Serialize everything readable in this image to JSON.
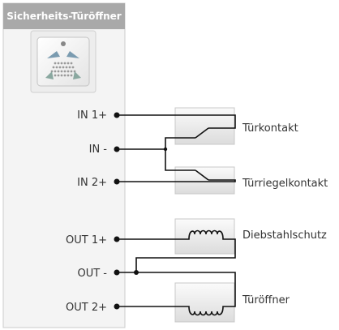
{
  "module": {
    "title": "Sicherheits-Türöffner",
    "image": "door-opener-module-icon"
  },
  "terminals": [
    {
      "id": "in1p",
      "label": "IN 1+"
    },
    {
      "id": "inm",
      "label": "IN -"
    },
    {
      "id": "in2p",
      "label": "IN 2+"
    },
    {
      "id": "out1p",
      "label": "OUT 1+"
    },
    {
      "id": "outm",
      "label": "OUT -"
    },
    {
      "id": "out2p",
      "label": "OUT 2+"
    }
  ],
  "devices": [
    {
      "id": "tuerkontakt",
      "label": "Türkontakt",
      "symbol": "switch-contact-icon"
    },
    {
      "id": "tuerriegelkontakt",
      "label": "Türriegelkontakt",
      "symbol": "switch-contact-icon"
    },
    {
      "id": "diebstahlschutz",
      "label": "Diebstahlschutz",
      "symbol": "coil-icon"
    },
    {
      "id": "tueroeffner",
      "label": "Türöffner",
      "symbol": "coil-icon"
    }
  ],
  "colors": {
    "panel_bg": "#f3f3f3",
    "panel_border": "#c9c9c9",
    "title_bar": "#a8a8a8",
    "wire": "#111111",
    "device_box": "#e6e6e6"
  }
}
